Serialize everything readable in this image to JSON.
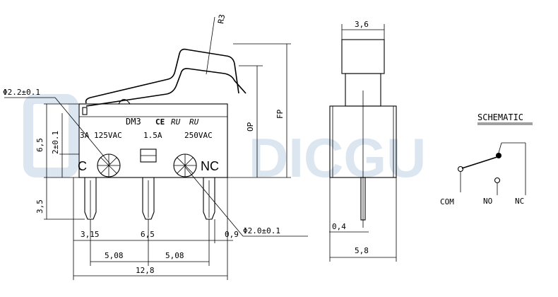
{
  "watermark": "DICGU",
  "front_view": {
    "model": "DM3",
    "rating_current": "3A",
    "rating_voltage": "125VAC",
    "rating_current_2": "1.5A",
    "rating_voltage_2": "250VAC",
    "terminal_common": "C",
    "terminal_nc": "NC",
    "lever_radius": "R3",
    "op_label": "OP",
    "fp_label": "FP",
    "hole_dia_top": "Φ2.2±0.1",
    "hole_dia_bottom": "Φ2.0±0.1",
    "dim_height_body": "6,5",
    "dim_height_hole": "2±0.1",
    "dim_pin_length": "3,5",
    "dim_pin_offset": "3,15",
    "dim_pin_spacing_mid": "6,5",
    "dim_pin_thickness": "0,9",
    "dim_pitch_1": "5,08",
    "dim_pitch_2": "5,08",
    "dim_total_width": "12,8"
  },
  "side_view": {
    "dim_top_width": "3,6",
    "dim_pin_thickness": "0,4",
    "dim_body_width": "5,8"
  },
  "schematic": {
    "title": "SCHEMATIC",
    "label_com": "COM",
    "label_no": "NO",
    "label_nc": "NC"
  }
}
